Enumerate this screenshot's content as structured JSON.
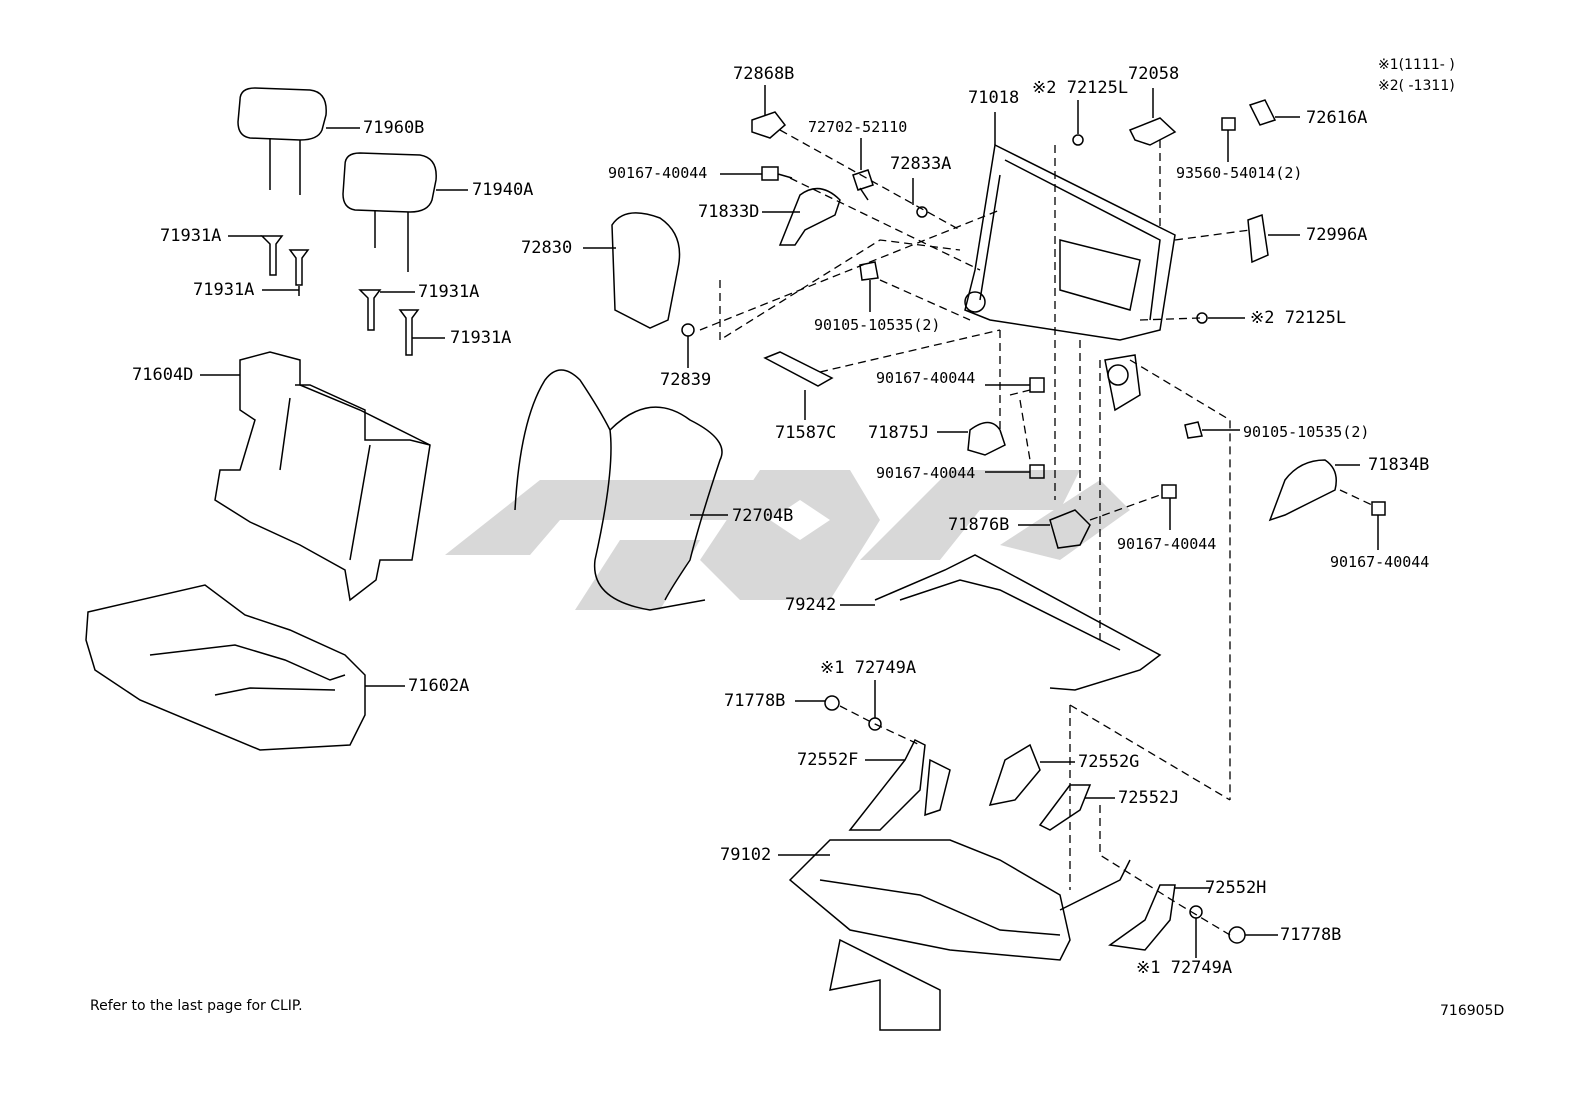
{
  "legend": {
    "note1": "※1(1111-      )",
    "note2": "※2(      -1311)"
  },
  "labels": {
    "p71960B": "71960B",
    "p71940A": "71940A",
    "p71931A_1": "71931A",
    "p71931A_2": "71931A",
    "p71931A_3": "71931A",
    "p71931A_4": "71931A",
    "p71604D": "71604D",
    "p71602A": "71602A",
    "p72868B": "72868B",
    "p72702": "72702-52110",
    "p90167_a": "90167-40044",
    "p72833A": "72833A",
    "p71833D": "71833D",
    "p72830": "72830",
    "p72839": "72839",
    "p90105_a": "90105-10535(2)",
    "p71018": "71018",
    "p72125L_top": "※2 72125L",
    "p72058": "72058",
    "p72616A": "72616A",
    "p93560": "93560-54014(2)",
    "p72996A": "72996A",
    "p72125L_mid": "※2 72125L",
    "p90167_b": "90167-40044",
    "p71587C": "71587C",
    "p71875J": "71875J",
    "p90105_b": "90105-10535(2)",
    "p90167_c": "90167-40044",
    "p71834B": "71834B",
    "p72704B": "72704B",
    "p71876B": "71876B",
    "p90167_d": "90167-40044",
    "p90167_e": "90167-40044",
    "p79242": "79242",
    "p72749A_top": "※1 72749A",
    "p71778B_left": "71778B",
    "p72552F": "72552F",
    "p72552G": "72552G",
    "p72552J": "72552J",
    "p79102": "79102",
    "p72552H": "72552H",
    "p71778B_right": "71778B",
    "p72749A_bot": "※1 72749A"
  },
  "footer": {
    "note": "Refer to the last page for CLIP.",
    "ref": "716905D"
  },
  "colors": {
    "line": "#000000",
    "watermark": "#d0d0d0"
  }
}
